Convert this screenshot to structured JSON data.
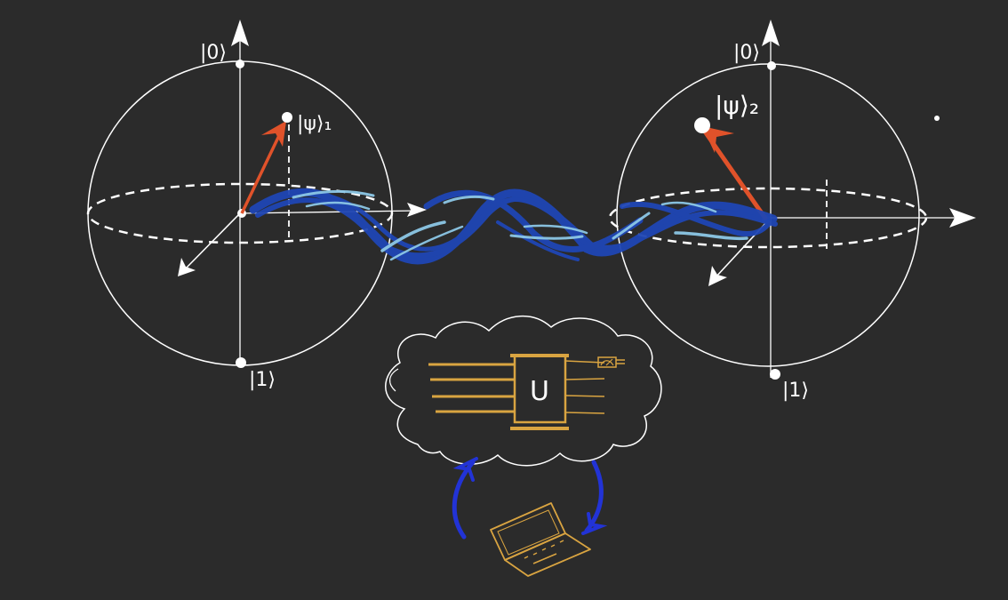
{
  "colors": {
    "background": "#2b2b2b",
    "line": "#ffffff",
    "state_vector": "#e0522a",
    "entanglement_dark": "#1f46b4",
    "entanglement_light": "#8cc7e6",
    "cloud_circuit": "#d9a441",
    "sync_arrows": "#2233d6"
  },
  "labels": {
    "ket_zero": "|0⟩",
    "ket_one": "|1⟩",
    "psi_1": "|ψ⟩₁",
    "psi_2": "|ψ⟩₂",
    "unitary_gate": "U"
  },
  "icons": {
    "cloud": "cloud-icon",
    "laptop": "laptop-icon",
    "meter": "measurement-meter-icon"
  }
}
